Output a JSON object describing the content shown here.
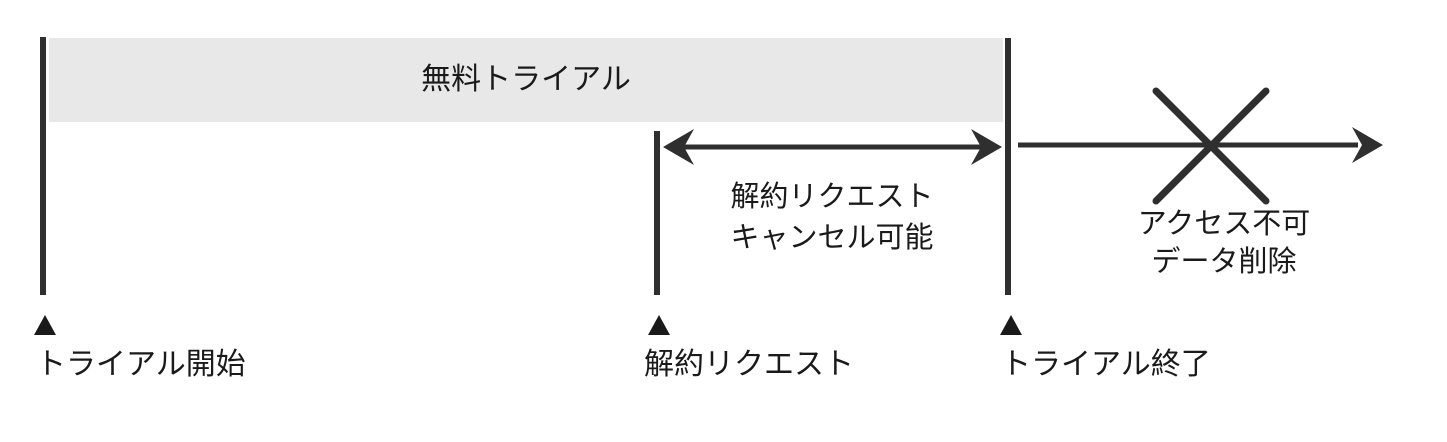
{
  "colors": {
    "bar_fill": "#e8e8e8",
    "stroke": "#2f2f2f",
    "text": "#1a1a1a",
    "background": "#ffffff"
  },
  "trial_bar": {
    "label": "無料トライアル"
  },
  "cancel_window": {
    "line1": "解約リクエスト",
    "line2": "キャンセル可能"
  },
  "post_trial": {
    "line1": "アクセス不可",
    "line2": "データ削除"
  },
  "milestones": [
    {
      "label": "トライアル開始"
    },
    {
      "label": "解約リクエスト"
    },
    {
      "label": "トライアル終了"
    }
  ]
}
